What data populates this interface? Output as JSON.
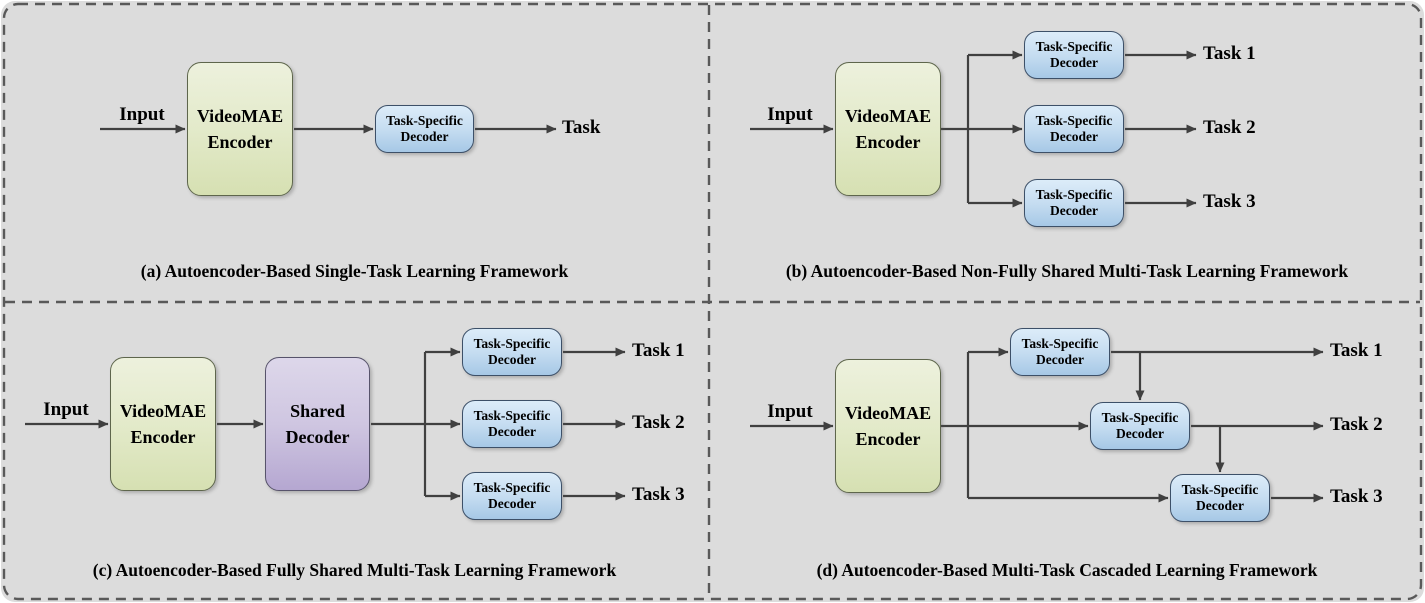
{
  "palette": {
    "background": "#dcdcdc",
    "frame_border": "#595959",
    "connector": "#404040",
    "text": "#000000",
    "encoder_fill_top": "#edf1dd",
    "encoder_fill_bottom": "#d6e0b2",
    "encoder_border": "#5e664c",
    "decoder_fill_top": "#dcecf9",
    "decoder_fill_bottom": "#a6c8e6",
    "decoder_border": "#3d5068",
    "shared_fill_top": "#ddd7ea",
    "shared_fill_bottom": "#b5a7d1",
    "shared_border": "#57536b"
  },
  "panels": [
    {
      "caption": "(a) Autoencoder-Based Single-Task Learning Framework",
      "input_label": "Input",
      "encoder": {
        "line1": "VideoMAE",
        "line2": "Encoder"
      },
      "decoders": [
        {
          "line1": "Task-Specific",
          "line2": "Decoder"
        }
      ],
      "outputs": [
        "Task"
      ]
    },
    {
      "caption": "(b) Autoencoder-Based Non-Fully Shared Multi-Task Learning Framework",
      "input_label": "Input",
      "encoder": {
        "line1": "VideoMAE",
        "line2": "Encoder"
      },
      "decoders": [
        {
          "line1": "Task-Specific",
          "line2": "Decoder"
        },
        {
          "line1": "Task-Specific",
          "line2": "Decoder"
        },
        {
          "line1": "Task-Specific",
          "line2": "Decoder"
        }
      ],
      "outputs": [
        "Task 1",
        "Task 2",
        "Task 3"
      ]
    },
    {
      "caption": "(c) Autoencoder-Based Fully Shared Multi-Task Learning Framework",
      "input_label": "Input",
      "encoder": {
        "line1": "VideoMAE",
        "line2": "Encoder"
      },
      "shared_decoder": {
        "line1": "Shared",
        "line2": "Decoder"
      },
      "decoders": [
        {
          "line1": "Task-Specific",
          "line2": "Decoder"
        },
        {
          "line1": "Task-Specific",
          "line2": "Decoder"
        },
        {
          "line1": "Task-Specific",
          "line2": "Decoder"
        }
      ],
      "outputs": [
        "Task 1",
        "Task 2",
        "Task 3"
      ]
    },
    {
      "caption": "(d) Autoencoder-Based Multi-Task Cascaded Learning Framework",
      "input_label": "Input",
      "encoder": {
        "line1": "VideoMAE",
        "line2": "Encoder"
      },
      "decoders": [
        {
          "line1": "Task-Specific",
          "line2": "Decoder"
        },
        {
          "line1": "Task-Specific",
          "line2": "Decoder"
        },
        {
          "line1": "Task-Specific",
          "line2": "Decoder"
        }
      ],
      "outputs": [
        "Task 1",
        "Task 2",
        "Task 3"
      ]
    }
  ]
}
